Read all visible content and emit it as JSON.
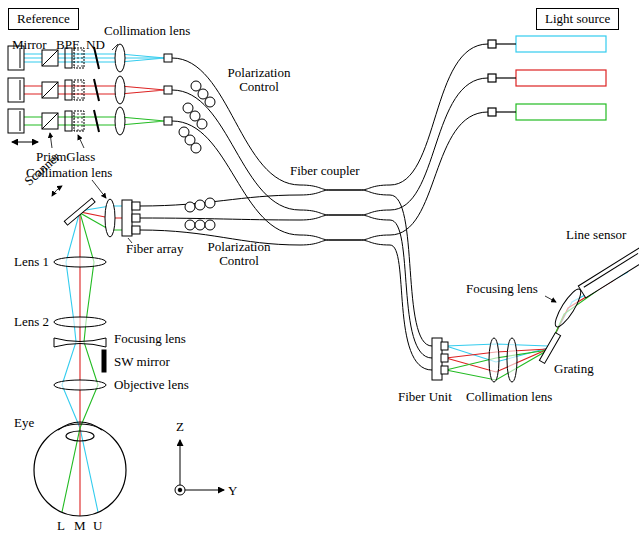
{
  "diagram": {
    "nodes": [
      {
        "text": [
          "Reference"
        ]
      },
      {
        "text": [
          "Light source"
        ]
      }
    ],
    "labels": [
      "Mirror",
      "BPF",
      "ND",
      "Collimation lens",
      "PrismGlass",
      "Polarization Control",
      "Fiber coupler",
      "Scanner",
      "Collimation lens",
      "Fiber array",
      "Polarization Control",
      "Lens 1",
      "Lens 2",
      "Focusing lens",
      "SW mirror",
      "Objective lens",
      "Eye",
      "Z",
      "Y",
      "L",
      "M",
      "U",
      "Line sensor",
      "Focusing lens",
      "Grating",
      "Fiber Unit",
      "Collimation lens"
    ]
  }
}
